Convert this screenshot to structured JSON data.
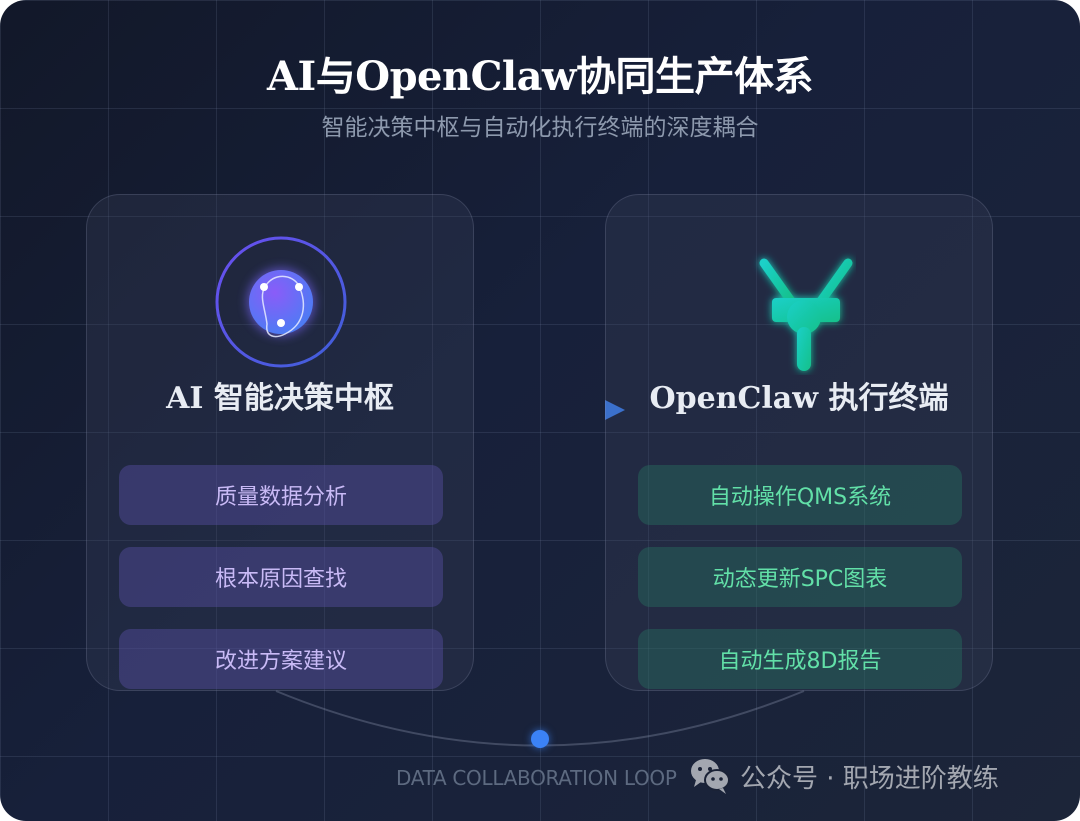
{
  "header": {
    "title": "AI与OpenClaw协同生产体系",
    "subtitle": "智能决策中枢与自动化执行终端的深度耦合"
  },
  "left_card": {
    "icon": "ai-brain-orb-icon",
    "heading": "AI 智能决策中枢",
    "items": [
      "质量数据分析",
      "根本原因查找",
      "改进方案建议"
    ],
    "accent_color": "#7c5cf5",
    "item_text_color": "#c9baf6"
  },
  "right_card": {
    "icon": "robotic-claw-icon",
    "heading": "OpenClaw 执行终端",
    "items": [
      "自动操作QMS系统",
      "动态更新SPC图表",
      "自动生成8D报告"
    ],
    "accent_color": "#14c7a0",
    "item_text_color": "#62e0a8"
  },
  "connector": {
    "arrow_icon": "arrow-right-icon",
    "arrow_color": "#3b82f6"
  },
  "loop": {
    "label": "DATA COLLABORATION LOOP",
    "dot_color": "#3b82f6"
  },
  "watermark": {
    "icon": "wechat-icon",
    "text": "公众号 · 职场进阶教练"
  },
  "colors": {
    "background": "#151c2e",
    "grid": "#2a3448"
  }
}
